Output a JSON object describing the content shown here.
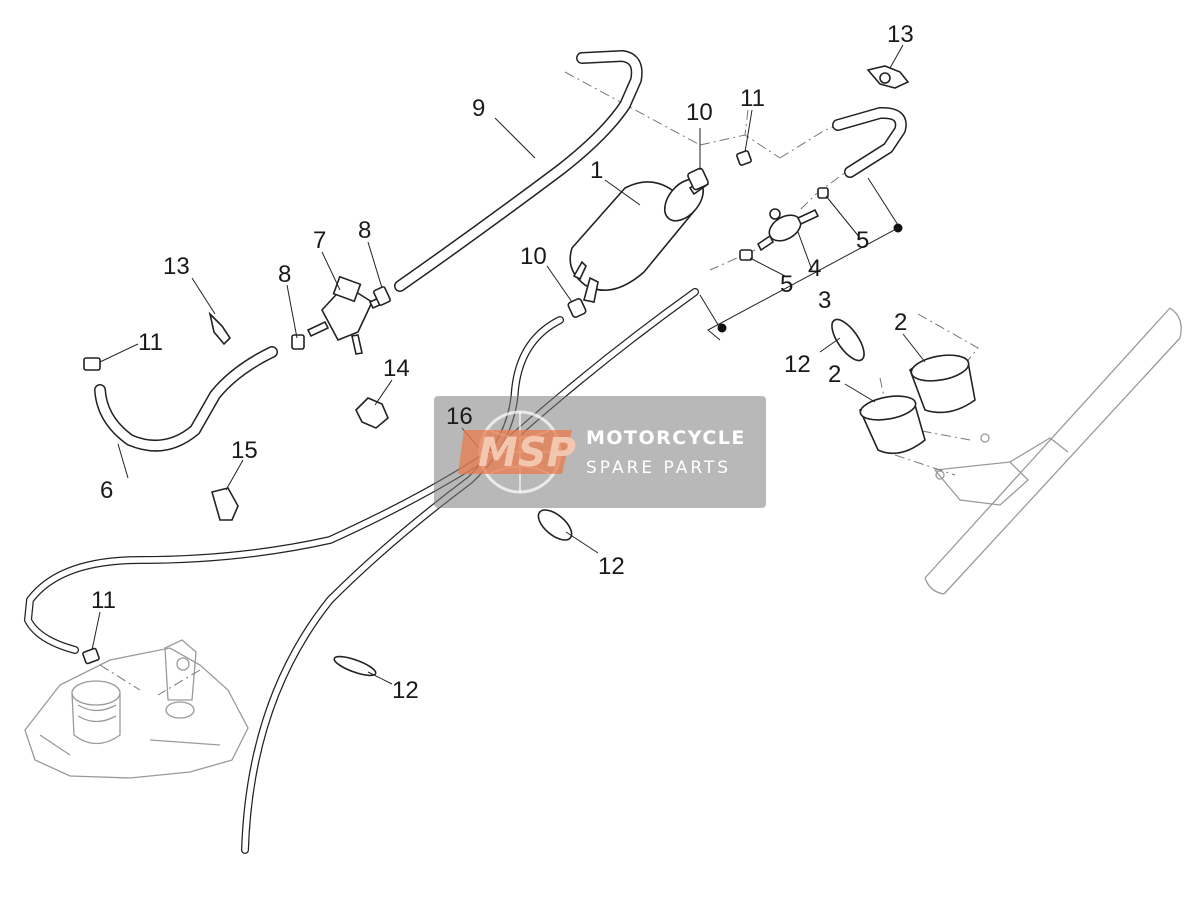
{
  "watermark": {
    "title": "MOTORCYCLE",
    "subtitle": "SPARE PARTS",
    "logo_text": "MSP"
  },
  "callouts": {
    "c1": "1",
    "c2a": "2",
    "c2b": "2",
    "c3": "3",
    "c4": "4",
    "c5a": "5",
    "c5b": "5",
    "c6": "6",
    "c7": "7",
    "c8a": "8",
    "c8b": "8",
    "c9": "9",
    "c10a": "10",
    "c10b": "10",
    "c11a": "11",
    "c11b": "11",
    "c11c": "11",
    "c12a": "12",
    "c12b": "12",
    "c12c": "12",
    "c13a": "13",
    "c13b": "13",
    "c14": "14",
    "c15": "15",
    "c16": "16"
  }
}
